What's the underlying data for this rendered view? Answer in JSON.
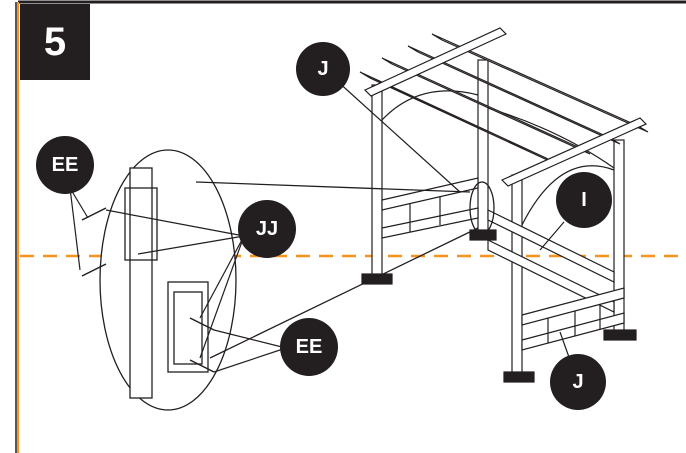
{
  "step": {
    "number": "5"
  },
  "callouts": {
    "j_top": "J",
    "ee_top": "EE",
    "jj": "JJ",
    "ee_bottom": "EE",
    "i": "I",
    "j_bottom": "J"
  },
  "colors": {
    "ink": "#231f20",
    "guide_line": "#f7941d",
    "border_accent": "#f7941d"
  }
}
